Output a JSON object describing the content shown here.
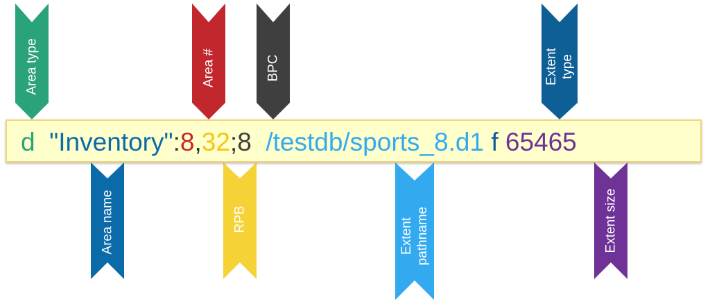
{
  "record": {
    "area_type": "d",
    "area_name": "\"Inventory\"",
    "colon": ":",
    "area_number": "8",
    "comma": ",",
    "rpb": "32",
    "semicolon": ";",
    "bpc": "8",
    "extent_pathname": "/testdb/sports_8.d1",
    "extent_type": "f",
    "extent_size": "65465"
  },
  "labels": {
    "area_type": "Area type",
    "area_number": "Area #",
    "bpc": "BPC",
    "extent_type_line1": "Extent",
    "extent_type_line2": "type",
    "area_name": "Area name",
    "rpb": "RPB",
    "extent_pathname_line1": "Extent",
    "extent_pathname_line2": "pathname",
    "extent_size": "Extent size"
  },
  "colors": {
    "area_type": "#2aa27a",
    "area_name": "#0b6aa8",
    "area_number": "#c1272d",
    "rpb": "#f5d236",
    "bpc": "#3f3f3f",
    "extent_pathname": "#33aaf0",
    "extent_type": "#0d5f95",
    "extent_size": "#6f3297",
    "record_text": "#333333",
    "bar_fill": "#ffffcc",
    "bar_border": "#f2d47a"
  }
}
